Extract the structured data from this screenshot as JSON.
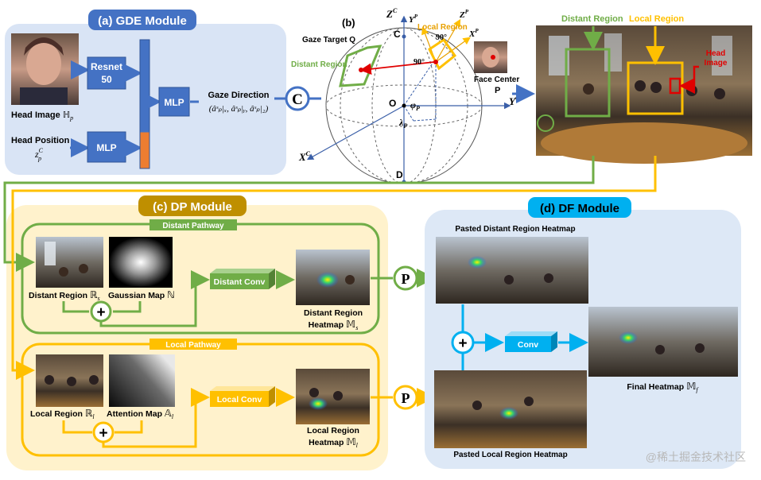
{
  "gde": {
    "title": "(a) GDE Module",
    "resnet_label_1": "Resnet",
    "resnet_label_2": "50",
    "mlp_label": "MLP",
    "mlp2_label": "MLP",
    "head_image_label": "Head Image",
    "head_image_symbol": "ℍ",
    "head_image_sub": "p",
    "head_position_label": "Head Position",
    "head_position_symbol": "z",
    "head_position_sup": "C",
    "head_position_sub": "p",
    "gaze_direction_label": "Gaze Direction",
    "gaze_direction_formula": "(âˢₚ|ₓ, âˢₚ|ᵧ, âˢₚ|₂)",
    "concat_symbol": "C"
  },
  "sphere": {
    "title": "(b)",
    "gaze_target": "Gaze Target Q",
    "distant_region": "Distant Region",
    "local_region": "Local Region",
    "face_center": "Face Center",
    "face_center_point": "P",
    "point_c": "C",
    "point_o": "O",
    "point_d": "D",
    "phi": "φ",
    "phi_sub": "P",
    "lambda": "λ",
    "lambda_sub": "P",
    "angle_90_a": "90°",
    "angle_90_b": "90°",
    "axis_zc": "Z",
    "axis_zc_sup": "C",
    "axis_yc": "Y",
    "axis_yc_sup": "C",
    "axis_xc": "X",
    "axis_xc_sup": "C",
    "axis_yp": "Y",
    "axis_yp_sup": "P",
    "axis_zp": "Z",
    "axis_zp_sup": "P",
    "axis_xp": "X",
    "axis_xp_sup": "P"
  },
  "panorama": {
    "distant_region": "Distant Region",
    "local_region": "Local Region",
    "head_image_1": "Head",
    "head_image_2": "Image"
  },
  "dp": {
    "title": "(c) DP Module",
    "distant_pathway": "Distant Pathway",
    "local_pathway": "Local Pathway",
    "distant_region_label": "Distant Region",
    "distant_region_symbol": "ℝ",
    "distant_region_sub": "s",
    "gaussian_map_label": "Gaussian Map",
    "gaussian_map_symbol": "ℕ",
    "distant_conv": "Distant Conv",
    "distant_heatmap_1": "Distant Region",
    "distant_heatmap_2": "Heatmap",
    "distant_heatmap_symbol": "𝕄",
    "distant_heatmap_sub": "s",
    "local_region_label": "Local Region",
    "local_region_symbol": "ℝ",
    "local_region_sub": "l",
    "attention_map_label": "Attention Map",
    "attention_map_symbol": "𝔸",
    "attention_map_sub": "l",
    "local_conv": "Local Conv",
    "local_heatmap_1": "Local Region",
    "local_heatmap_2": "Heatmap",
    "local_heatmap_symbol": "𝕄",
    "local_heatmap_sub": "l",
    "plus": "+",
    "paste": "P"
  },
  "df": {
    "title": "(d) DF Module",
    "pasted_distant": "Pasted Distant Region Heatmap",
    "pasted_local": "Pasted Local Region Heatmap",
    "conv": "Conv",
    "final_heatmap": "Final Heatmap",
    "final_symbol": "𝕄",
    "final_sub": "f",
    "plus": "+"
  },
  "watermark": "@稀土掘金技术社区",
  "colors": {
    "green": "#70AD47",
    "yellow": "#FFC000",
    "blue_box": "#4472C4",
    "gde_bg": "#D9E4F5",
    "dp_bg": "#FFF2CC",
    "df_bg": "#DDE8F6",
    "cyan": "#00B0F0",
    "dp_title_bg": "#BF8F00",
    "red": "#E00000"
  }
}
